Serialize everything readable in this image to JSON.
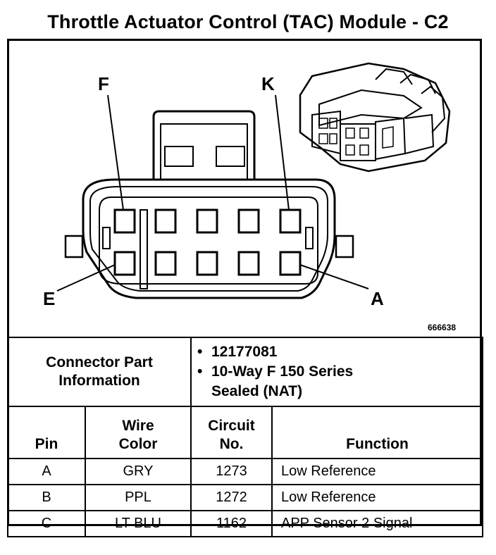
{
  "title": "Throttle Actuator Control (TAC) Module - C2",
  "diagram": {
    "pin_labels": {
      "top_left": "F",
      "top_right": "K",
      "bottom_left": "E",
      "bottom_right": "A"
    },
    "part_number": "666638"
  },
  "connector_info": {
    "label_line1": "Connector Part",
    "label_line2": "Information",
    "items": [
      "12177081",
      "10-Way F 150 Series",
      "Sealed (NAT)"
    ]
  },
  "table": {
    "headers": {
      "pin": "Pin",
      "wire_color_l1": "Wire",
      "wire_color_l2": "Color",
      "circuit_l1": "Circuit",
      "circuit_l2": "No.",
      "function": "Function"
    },
    "rows": [
      {
        "pin": "A",
        "wire": "GRY",
        "circuit": "1273",
        "function": "Low Reference"
      },
      {
        "pin": "B",
        "wire": "PPL",
        "circuit": "1272",
        "function": "Low Reference"
      },
      {
        "pin": "C",
        "wire": "LT BLU",
        "circuit": "1162",
        "function": "APP Sensor 2 Signal"
      }
    ]
  }
}
